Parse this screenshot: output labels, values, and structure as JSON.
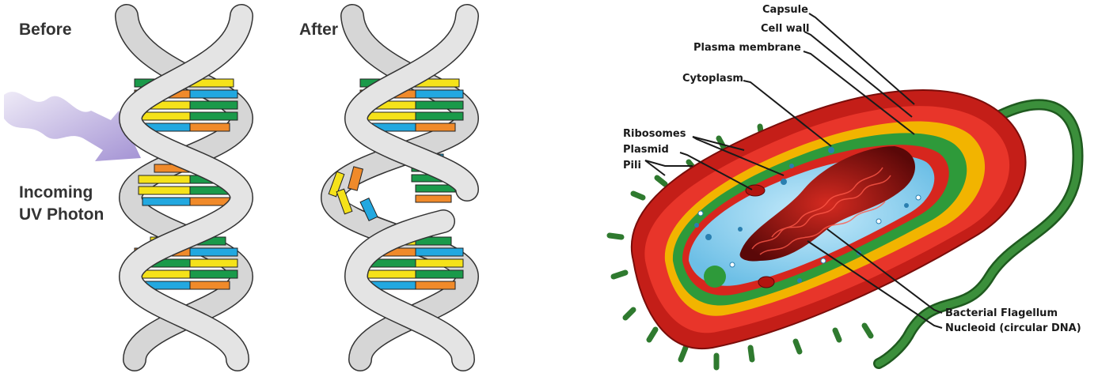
{
  "dna_panel": {
    "before_label": "Before",
    "after_label": "After",
    "photon_label_line1": "Incoming",
    "photon_label_line2": "UV Photon"
  },
  "cell_panel": {
    "labels": {
      "capsule": "Capsule",
      "cell_wall": "Cell wall",
      "plasma_membrane": "Plasma membrane",
      "cytoplasm": "Cytoplasm",
      "ribosomes": "Ribosomes",
      "plasmid": "Plasmid",
      "pili": "Pili",
      "bacterial_flagellum": "Bacterial Flagellum",
      "nucleoid": "Nucleoid (circular DNA)"
    }
  },
  "colors": {
    "strand": "#dcdcdc",
    "strand_outline": "#333333",
    "base_green": "#1a9a4a",
    "base_yellow": "#f5e21a",
    "base_orange": "#f08a2a",
    "base_blue": "#22a8e0",
    "photon": "#b3a6d9",
    "capsule_red": "#d7261e",
    "wall_yellow": "#f2b400",
    "membrane_green": "#2e9a3a",
    "cytoplasm_blue": "#8fd0ee",
    "nucleoid_red": "#9a1010",
    "flagellum_green": "#2f7a2f"
  }
}
